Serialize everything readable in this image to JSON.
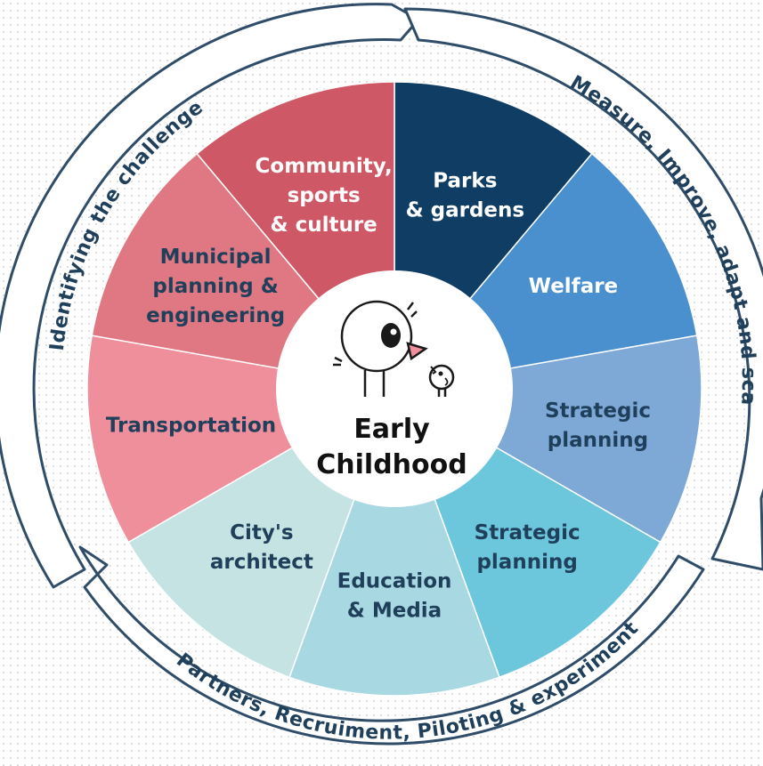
{
  "center": {
    "line1": "Early",
    "line2": "Childhood"
  },
  "segments": [
    {
      "lines": [
        "Parks",
        "& gardens"
      ],
      "color": "#0f3d63",
      "text_color": "#ffffff"
    },
    {
      "lines": [
        "Welfare"
      ],
      "color": "#4a8fce",
      "text_color": "#ffffff"
    },
    {
      "lines": [
        "Strategic",
        "planning"
      ],
      "color": "#7ea9d7",
      "text_color": "#1f3f5b"
    },
    {
      "lines": [
        "Strategic",
        "planning"
      ],
      "color": "#6cc6dc",
      "text_color": "#1f3f5b"
    },
    {
      "lines": [
        "Education",
        "& Media"
      ],
      "color": "#a8d9e3",
      "text_color": "#1f3f5b"
    },
    {
      "lines": [
        "City's",
        "architect"
      ],
      "color": "#c6e3e4",
      "text_color": "#1f3f5b"
    },
    {
      "lines": [
        "Transportation"
      ],
      "color": "#f08f9c",
      "text_color": "#1f3f5b"
    },
    {
      "lines": [
        "Municipal",
        "planning &",
        "engineering"
      ],
      "color": "#e07883",
      "text_color": "#1f3f5b"
    },
    {
      "lines": [
        "Community,",
        "sports",
        "& culture"
      ],
      "color": "#cf5866",
      "text_color": "#ffffff"
    }
  ],
  "arrows": {
    "left": "Identifying the challenge",
    "right": "Measure, Improve, adapt and scale",
    "bottom": "Partners, Recruiment, Piloting & experimenting"
  },
  "colors": {
    "arrow_outline": "#2f4c68",
    "text_dark": "#1f3f5b"
  }
}
